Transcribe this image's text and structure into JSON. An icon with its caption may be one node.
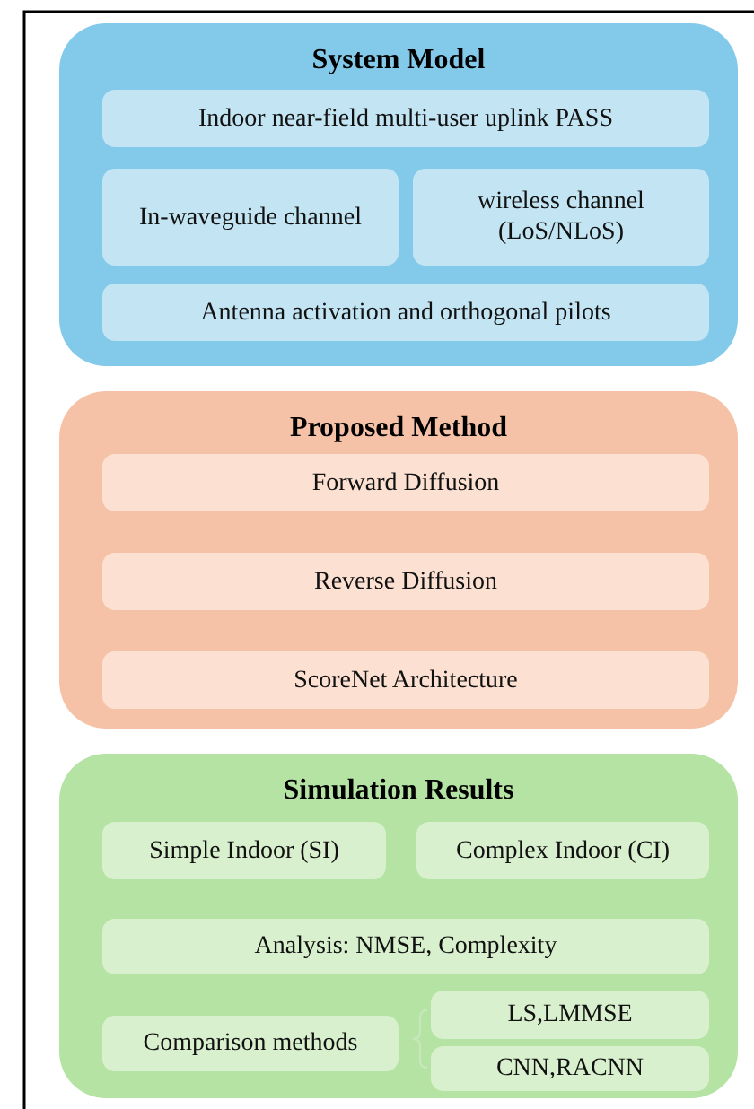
{
  "diagram": {
    "nodes": [
      {
        "text": [
          "System Model"
        ]
      },
      {
        "text": [
          "Indoor near-field multi-user uplink PASS"
        ],
        "in": 0
      },
      {
        "text": [
          "In-waveguide channel"
        ],
        "in": 0
      },
      {
        "text": [
          "wireless channel (LoS/NLoS)"
        ],
        "in": 0
      },
      {
        "text": [
          "Antenna activation and orthogonal pilots"
        ],
        "in": 0
      },
      {
        "text": [
          "Proposed Method"
        ]
      },
      {
        "text": [
          "Forward Diffusion"
        ],
        "in": 5
      },
      {
        "text": [
          "Reverse Diffusion"
        ],
        "in": 5
      },
      {
        "text": [
          "ScoreNet Architecture"
        ],
        "in": 5
      },
      {
        "text": [
          "Simulation Results"
        ]
      },
      {
        "text": [
          "Simple Indoor (SI)"
        ],
        "in": 9
      },
      {
        "text": [
          "Complex Indoor (CI)"
        ],
        "in": 9
      },
      {
        "text": [
          "Analysis: NMSE, Complexity"
        ],
        "in": 9
      },
      {
        "text": [
          "Comparison methods"
        ],
        "in": 9
      },
      {
        "text": [
          "LS,LMMSE"
        ],
        "in": 9
      },
      {
        "text": [
          "CNN,RACNN"
        ],
        "in": 9
      }
    ],
    "edges": []
  }
}
